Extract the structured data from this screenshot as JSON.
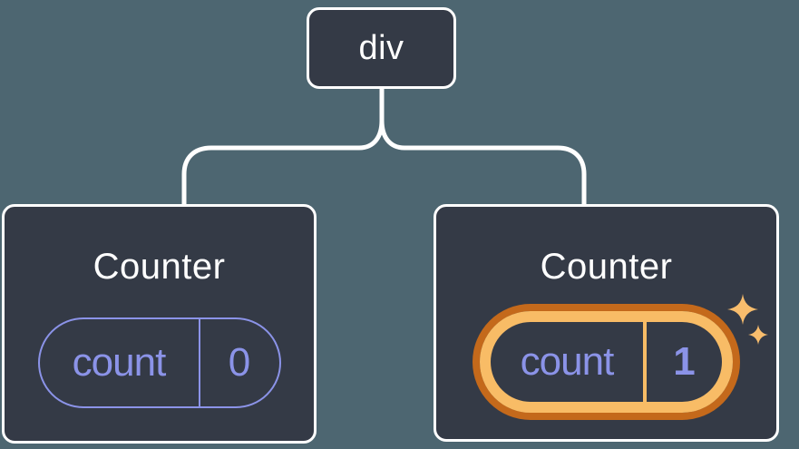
{
  "diagram": {
    "root": {
      "label": "div"
    },
    "children": [
      {
        "title": "Counter",
        "highlighted": false,
        "state": {
          "key": "count",
          "value": "0"
        }
      },
      {
        "title": "Counter",
        "highlighted": true,
        "state": {
          "key": "count",
          "value": "1"
        }
      }
    ]
  },
  "colors": {
    "background": "#4d6671",
    "node_fill": "#343a46",
    "node_border": "#ffffff",
    "connector": "#ffffff",
    "text_primary": "#ffffff",
    "state_accent": "#8b93e8",
    "highlight_outer": "#c4691b",
    "highlight_inner": "#f8bc66",
    "sparkle": "#f8bd6d"
  }
}
